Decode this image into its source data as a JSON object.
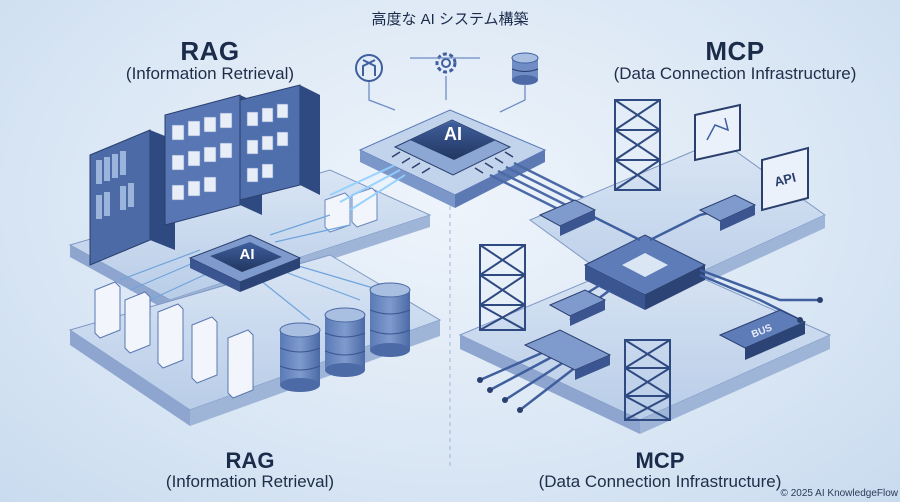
{
  "header": {
    "title": "高度な AI システム構築"
  },
  "rag": {
    "title": "RAG",
    "subtitle": "(Information Retrieval)",
    "chip_label": "AI"
  },
  "mcp": {
    "title": "MCP",
    "subtitle": "(Data Connection Infrastructure)",
    "api_label": "API",
    "bus_label": "BUS"
  },
  "center": {
    "chip_label": "AI"
  },
  "bottom": {
    "rag_title": "RAG",
    "rag_subtitle": "(Information Retrieval)",
    "mcp_title": "MCP",
    "mcp_subtitle": "(Data Connection Infrastructure)"
  },
  "footer": {
    "copyright": "© 2025 AI KnowledgeFlow"
  },
  "colors": {
    "primary": "#3f5f9e",
    "dark": "#2a3f6e",
    "light": "#c7d8ee",
    "glow": "#8fd0ff"
  }
}
